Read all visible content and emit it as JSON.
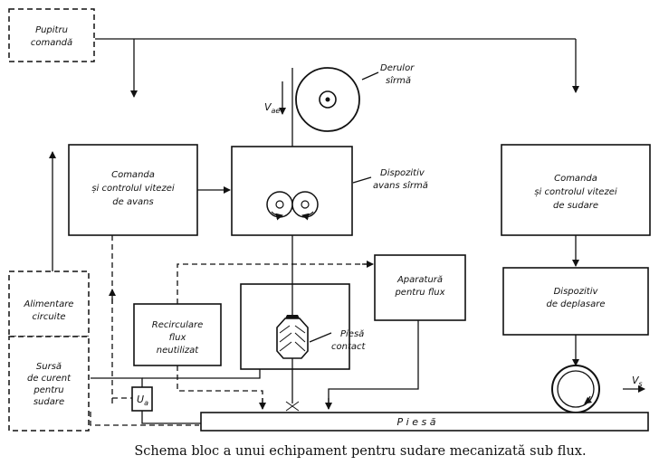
{
  "blocks": {
    "pupitru": [
      "Pupitru",
      "comandă"
    ],
    "alimentare": [
      "Alimentare",
      "circuite"
    ],
    "sursa": [
      "Sursă",
      "de curent",
      "pentru",
      "sudare"
    ],
    "comanda_avans": [
      "Comanda",
      "și controlul vitezei",
      "de avans"
    ],
    "dispozitiv_avans": [
      "Dispozitiv",
      "avans sîrmă"
    ],
    "derulor": [
      "Derulor",
      "sîrmă"
    ],
    "v_ae": "V",
    "v_ae_sub": "ae",
    "aparatura_flux": [
      "Aparatură",
      "pentru flux"
    ],
    "recirculare": [
      "Recirculare",
      "flux",
      "neutilizat"
    ],
    "piesa_contact": [
      "Piesă",
      "contact"
    ],
    "u_a": "U",
    "u_a_sub": "a",
    "comanda_sudare": [
      "Comanda",
      "și controlul vitezei",
      "de sudare"
    ],
    "dispozitiv_deplasare": [
      "Dispozitiv",
      "de deplasare"
    ],
    "v_s": "V",
    "v_s_sub": "s",
    "piesa": "P i e s ă"
  },
  "caption": "Schema bloc a unui echipament pentru sudare mecanizată sub flux."
}
